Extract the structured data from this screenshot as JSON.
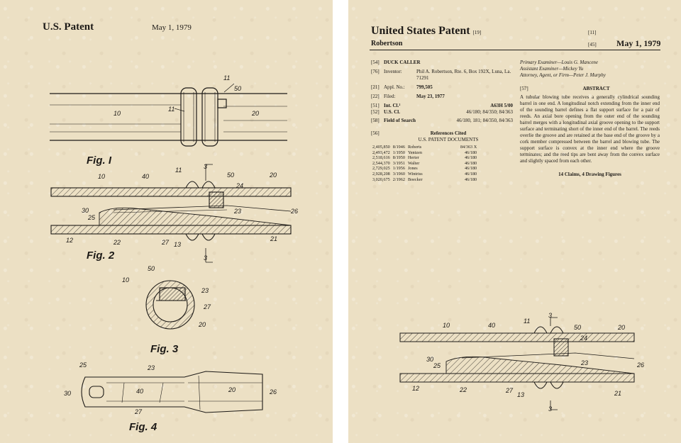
{
  "left_sheet": {
    "header_title": "U.S. Patent",
    "header_date": "May 1, 1979",
    "fig_labels": [
      "Fig. I",
      "Fig. 2",
      "Fig. 3",
      "Fig. 4"
    ],
    "fig1_refs": [
      "10",
      "11",
      "11",
      "50",
      "20"
    ],
    "fig2_refs": [
      "10",
      "40",
      "11",
      "3",
      "50",
      "20",
      "24",
      "30",
      "25",
      "23",
      "26",
      "22",
      "27",
      "13",
      "12",
      "21",
      "3"
    ],
    "fig3_refs": [
      "50",
      "10",
      "23",
      "27",
      "20"
    ],
    "fig4_refs": [
      "25",
      "23",
      "30",
      "40",
      "20",
      "26",
      "27"
    ]
  },
  "right_sheet": {
    "title": "United States Patent",
    "title_code": "[19]",
    "inventor_surname": "Robertson",
    "code_11": "[11]",
    "code_45": "[45]",
    "date": "May 1, 1979",
    "biblio": [
      {
        "code": "[54]",
        "label": "DUCK CALLER",
        "value": ""
      },
      {
        "code": "[76]",
        "label": "Inventor:",
        "value": "Phil A. Robertson, Rte. 6, Box 192X, Luna, La. 71291"
      },
      {
        "code": "[21]",
        "label": "Appl. No.:",
        "value": "799,505"
      },
      {
        "code": "[22]",
        "label": "Filed:",
        "value": "May 23, 1977"
      },
      {
        "code": "[51]",
        "label": "Int. Cl.²",
        "value": "A63H 5/00"
      },
      {
        "code": "[52]",
        "label": "U.S. Cl.",
        "value": "46/180; 84/350; 84/363"
      },
      {
        "code": "[58]",
        "label": "Field of Search",
        "value": "46/180, 181; 84/350, 84/363"
      }
    ],
    "refs_code": "[56]",
    "refs_heading": "References Cited",
    "refs_subheading": "U.S. PATENT DOCUMENTS",
    "refs": [
      {
        "num": "2,405,850",
        "date": "8/1946",
        "name": "Roberts",
        "cls": "84/363 X"
      },
      {
        "num": "2,493,472",
        "date": "1/1950",
        "name": "Yentzen",
        "cls": "46/180"
      },
      {
        "num": "2,518,616",
        "date": "8/1950",
        "name": "Herter",
        "cls": "46/180"
      },
      {
        "num": "2,544,370",
        "date": "3/1951",
        "name": "Walter",
        "cls": "46/180"
      },
      {
        "num": "2,729,025",
        "date": "1/1956",
        "name": "Jones",
        "cls": "46/180"
      },
      {
        "num": "2,928,208",
        "date": "3/1960",
        "name": "Wintriss",
        "cls": "46/180"
      },
      {
        "num": "3,020,675",
        "date": "2/1962",
        "name": "Boecker",
        "cls": "46/180"
      }
    ],
    "examiners": [
      "Primary Examiner—Louis G. Mancene",
      "Assistant Examiner—Mickey Yu",
      "Attorney, Agent, or Firm—Peter J. Murphy"
    ],
    "abstract_code": "[57]",
    "abstract_heading": "ABSTRACT",
    "abstract_text": "A tubular blowing tube receives a generally cylindrical sounding barrel in one end. A longitudinal notch extending from the inner end of the sounding barrel defines a flat support surface for a pair of reeds. An axial bore opening from the outer end of the sounding barrel merges with a longitudinal axial groove opening to the support surface and terminating short of the inner end of the barrel. The reeds overlie the groove and are retained at the base end of the groove by a cork member compressed between the barrel and blowing tube. The support surface is convex at the inner end where the groove terminates; and the reed tips are bent away from the convex surface and slightly spaced from each other.",
    "claims": "14 Claims, 4 Drawing Figures",
    "drawing_refs": [
      "3",
      "10",
      "40",
      "11",
      "50",
      "20",
      "24",
      "30",
      "25",
      "23",
      "26",
      "12",
      "22",
      "27",
      "13",
      "21",
      "3"
    ]
  }
}
